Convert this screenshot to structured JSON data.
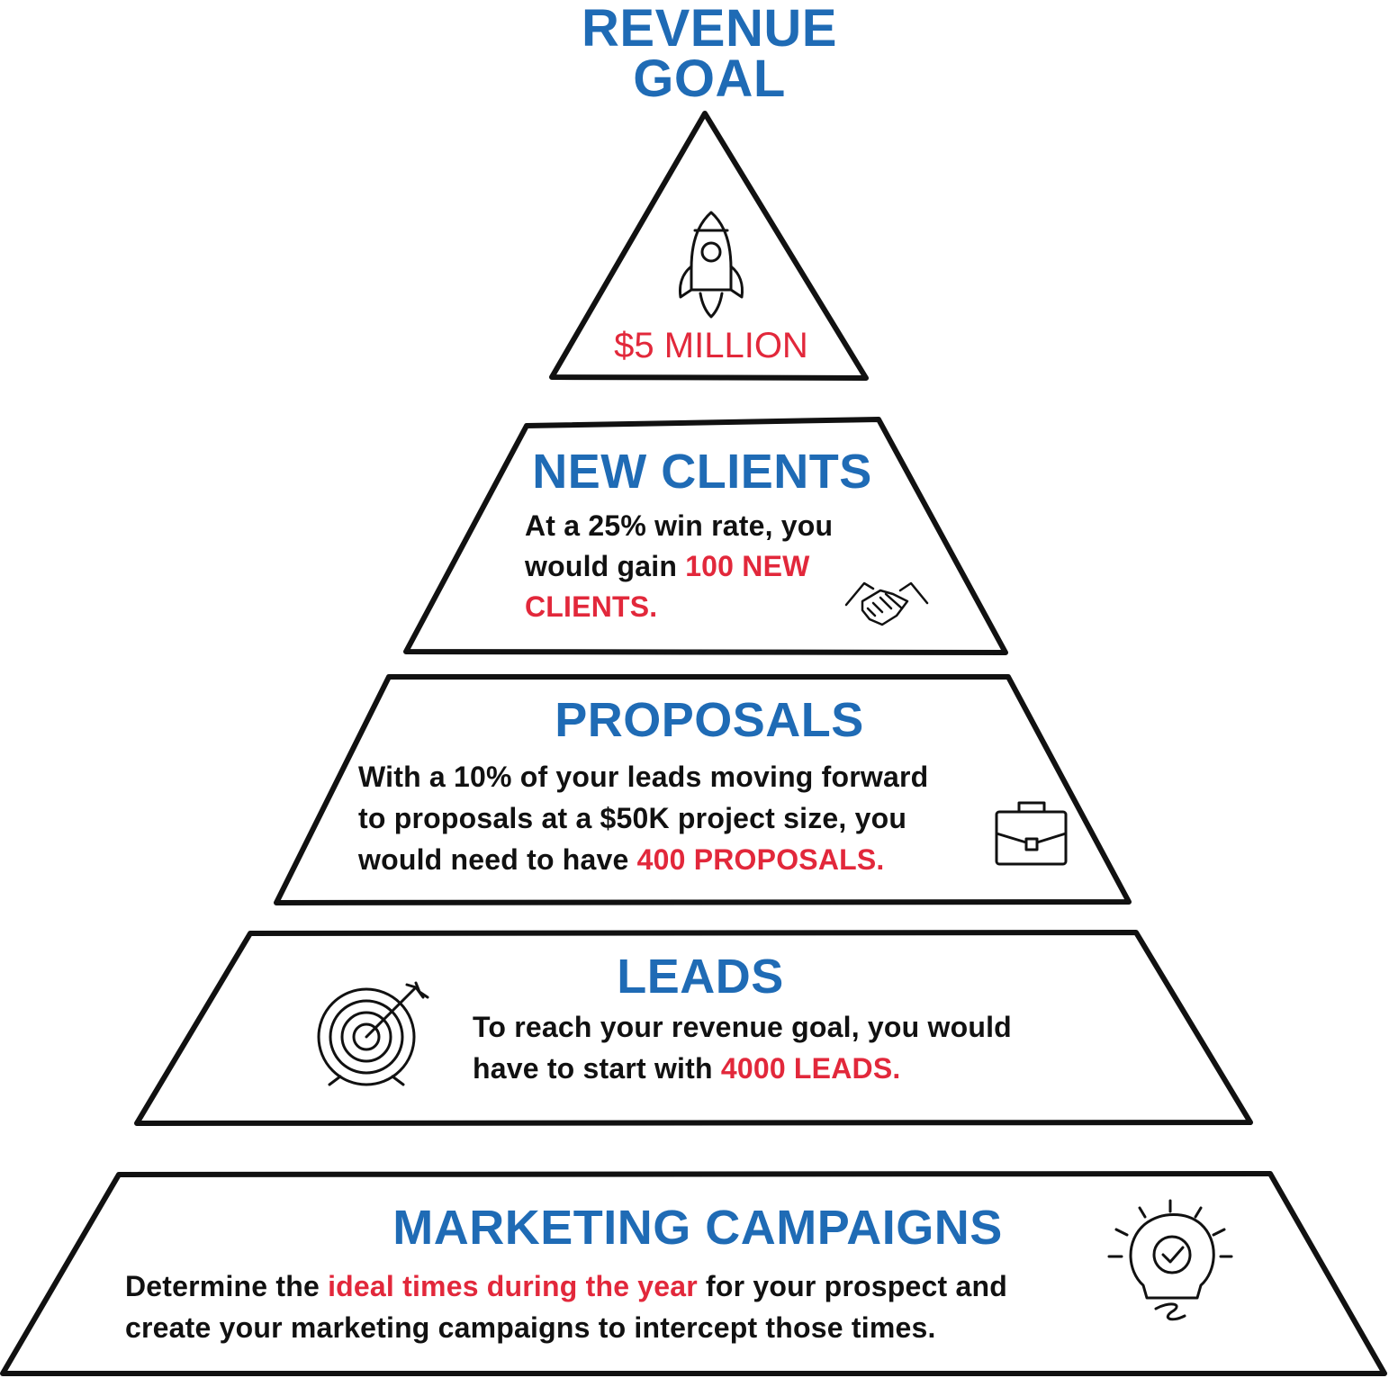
{
  "colors": {
    "title_blue": "#1f6bb5",
    "highlight_red": "#e2283b",
    "outline": "#111111",
    "text": "#111111"
  },
  "header": {
    "line1": "REVENUE",
    "line2": "GOAL"
  },
  "tiers": {
    "goal": {
      "value": "$5 MILLION",
      "icon": "rocket-icon"
    },
    "new_clients": {
      "title": "NEW CLIENTS",
      "line1": "At a 25% win rate, you",
      "line2_prefix": "would gain ",
      "line2_highlight": "100 NEW",
      "line3_highlight": "CLIENTS.",
      "icon": "handshake-icon"
    },
    "proposals": {
      "title": "PROPOSALS",
      "line1": "With a 10% of your leads moving forward",
      "line2": "to proposals at a $50K project size, you",
      "line3_prefix": "would need to have ",
      "line3_highlight": "400 PROPOSALS.",
      "icon": "briefcase-icon"
    },
    "leads": {
      "title": "LEADS",
      "line1": "To reach your revenue goal, you would",
      "line2_prefix": "have to start with ",
      "line2_highlight": "4000 LEADS.",
      "icon": "target-icon"
    },
    "marketing": {
      "title": "MARKETING CAMPAIGNS",
      "line1_prefix": "Determine the ",
      "line1_highlight": "ideal times during the year",
      "line1_suffix": " for your prospect and",
      "line2": "create your marketing campaigns to intercept those times.",
      "icon": "lightbulb-icon"
    }
  }
}
